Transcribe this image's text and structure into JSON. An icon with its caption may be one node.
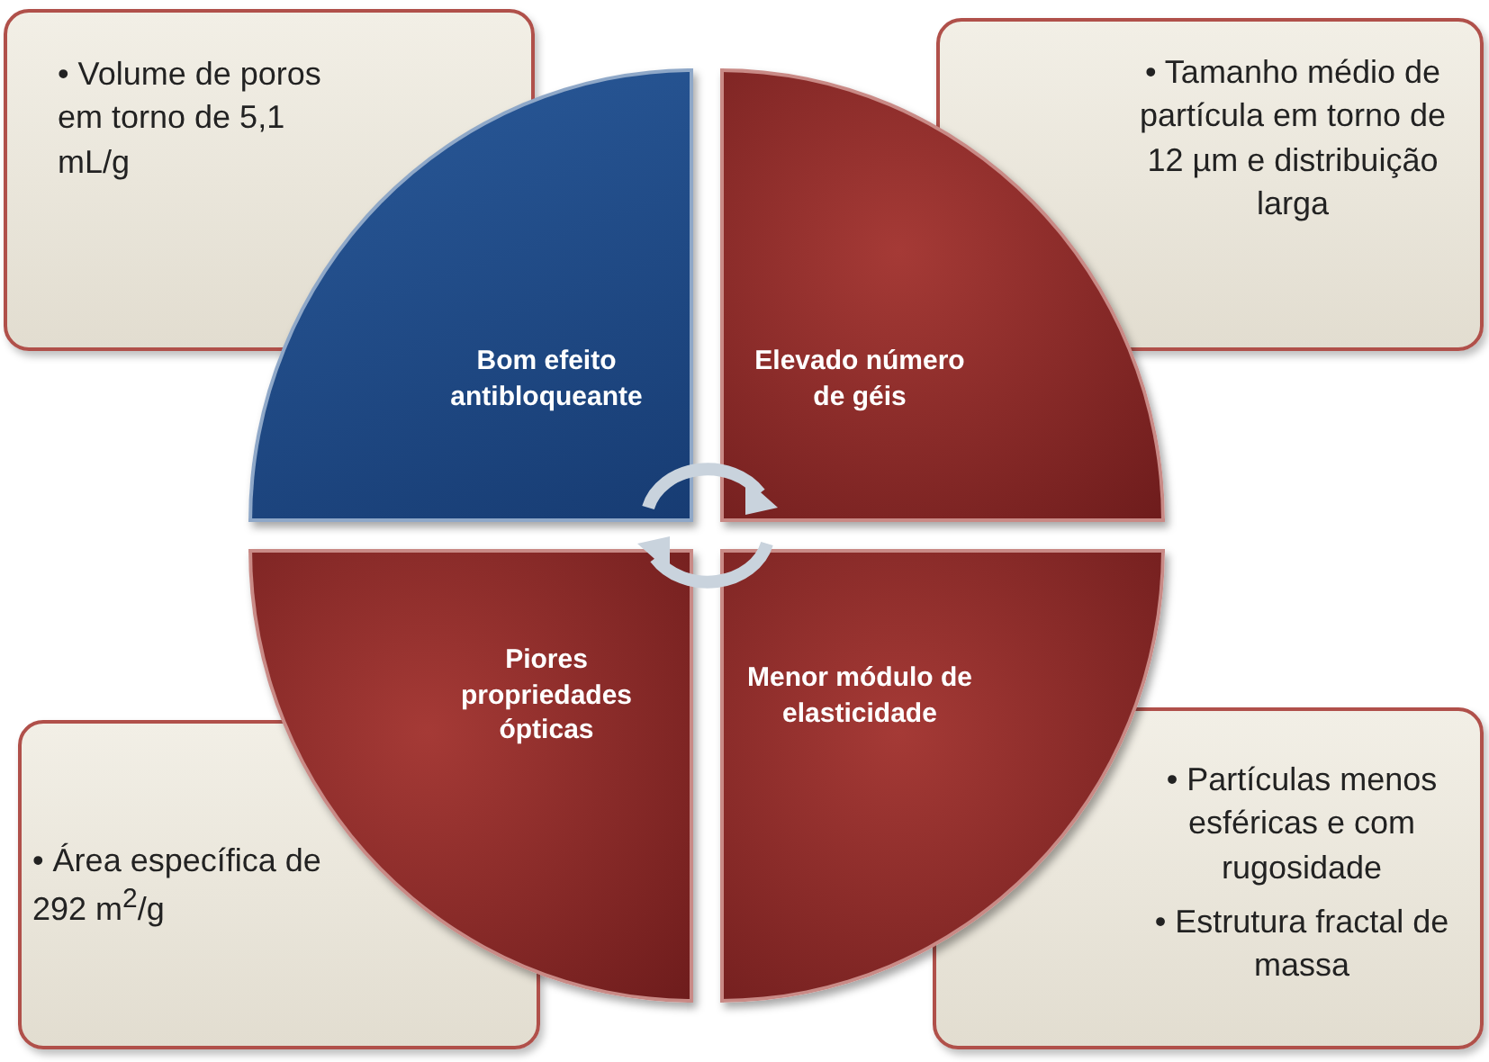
{
  "diagram": {
    "nodes": [
      {
        "text": [
          "• Volume de poros em torno de 5,1 mL/g"
        ]
      },
      {
        "text": [
          "• Tamanho médio de partícula em torno de 12 µm e distribuição larga"
        ]
      },
      {
        "text": [
          "Bom efeito antibloqueante"
        ]
      },
      {
        "text": [
          "Elevado número de géis"
        ]
      },
      {
        "text": [
          "Piores propriedades ópticas"
        ]
      },
      {
        "text": [
          "Menor módulo de elasticidade"
        ]
      },
      {
        "text": [
          "• Área específica de 292 m$^{2}$/g"
        ]
      },
      {
        "text": [
          "• Partículas menos esféricas  e com rugosidade",
          "• Estrutura fractal de massa"
        ]
      }
    ]
  }
}
